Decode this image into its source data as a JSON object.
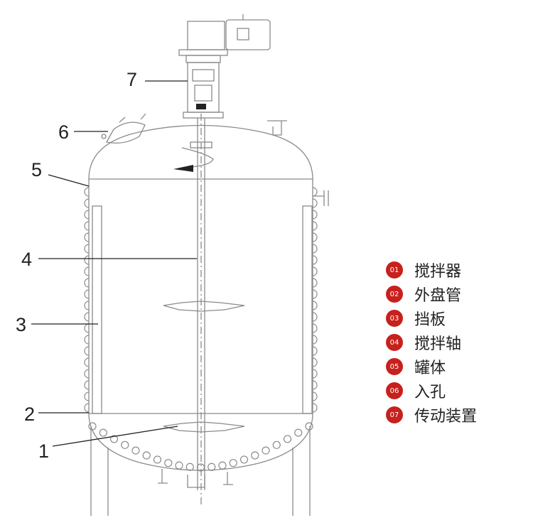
{
  "callouts": [
    {
      "num": "1"
    },
    {
      "num": "2"
    },
    {
      "num": "3"
    },
    {
      "num": "4"
    },
    {
      "num": "5"
    },
    {
      "num": "6"
    },
    {
      "num": "7"
    }
  ],
  "legend": [
    {
      "badge": "01",
      "text": "搅拌器"
    },
    {
      "badge": "02",
      "text": "外盘管"
    },
    {
      "badge": "03",
      "text": "挡板"
    },
    {
      "badge": "04",
      "text": "搅拌轴"
    },
    {
      "badge": "05",
      "text": "罐体"
    },
    {
      "badge": "06",
      "text": "入孔"
    },
    {
      "badge": "07",
      "text": "传动装置"
    }
  ],
  "colors": {
    "accent": "#c8201c",
    "line": "#888888",
    "leader": "#222222"
  }
}
